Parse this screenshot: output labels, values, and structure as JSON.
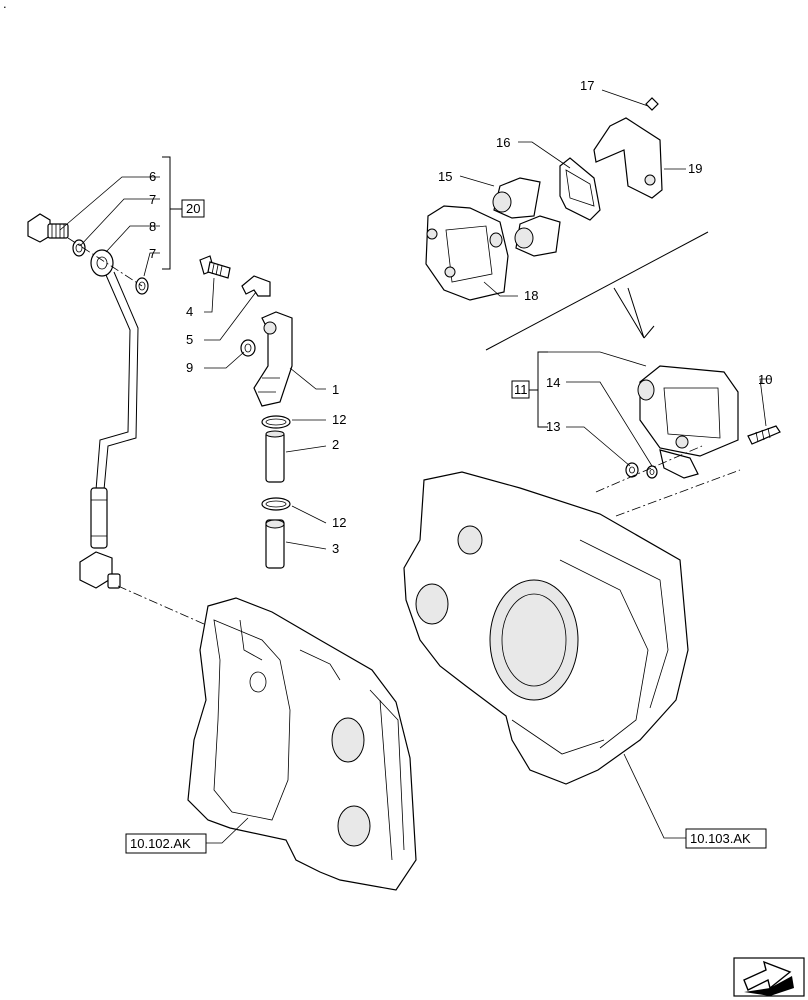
{
  "labels": {
    "l1": "1",
    "l2": "2",
    "l3": "3",
    "l4": "4",
    "l5": "5",
    "l6": "6",
    "l7a": "7",
    "l7b": "7",
    "l8": "8",
    "l9": "9",
    "l10": "10",
    "l12a": "12",
    "l12b": "12",
    "l13": "13",
    "l14": "14",
    "l15": "15",
    "l16": "16",
    "l17": "17",
    "l18": "18",
    "l19": "19"
  },
  "boxes": {
    "b20": "20",
    "b11": "11"
  },
  "refs": {
    "r102": "10.102.AK",
    "r103": "10.103.AK"
  },
  "corner_mark": "."
}
